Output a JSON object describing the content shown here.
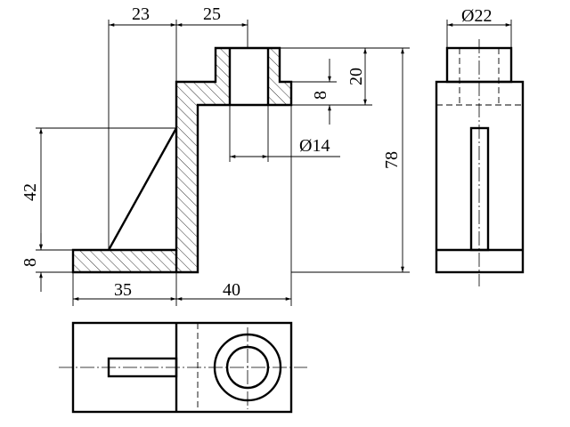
{
  "dimensions": {
    "top_left_width": "23",
    "top_right_width": "25",
    "boss_diameter": "Ø22",
    "boss_height": "20",
    "flange_thickness": "8",
    "bore_diameter": "Ø14",
    "total_height": "78",
    "rib_height": "42",
    "base_thickness": "8",
    "base_length": "35",
    "upright_offset": "40"
  },
  "colors": {
    "line": "#000000",
    "background": "#ffffff"
  }
}
